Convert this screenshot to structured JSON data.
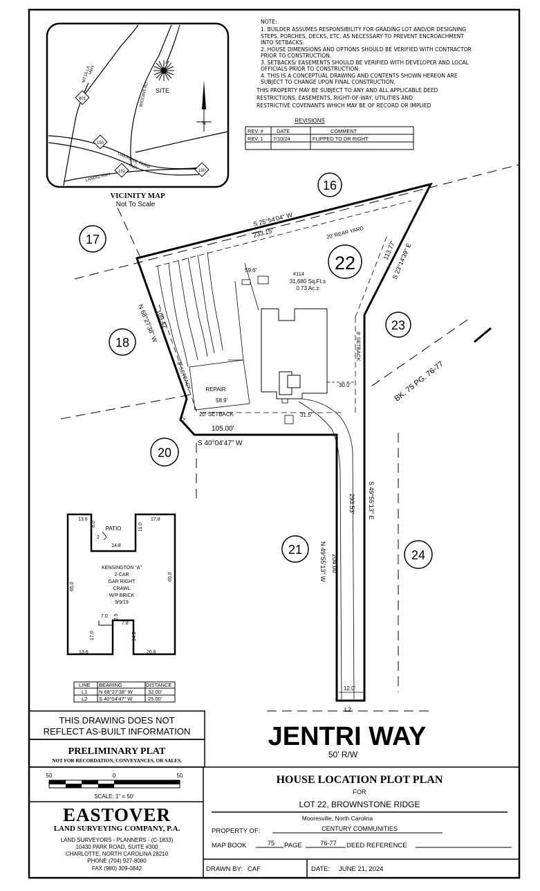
{
  "notes": [
    "NOTE:",
    "1. BUILDER ASSUMES RESPONSIBILITY FOR GRADING LOT AND/OR DESIGNING",
    "STEPS, PORCHES, DECKS, ETC. AS NECESSARY TO PREVENT ENCROACHMENT",
    "INTO SETBACKS.",
    "2. HOUSE DIMENSIONS AND OPTIONS SHOULD BE VERIFIED WITH CONTRACTOR",
    "PRIOR TO CONSTRUCTION.",
    "3. SETBACKS/ EASEMENTS SHOULD BE VERIFIED WITH DEVELOPER AND LOCAL",
    "OFFICIALS PRIOR TO CONSTRUCTION.",
    "4. THIS IS A CONCEPTUAL DRAWING AND CONTENTS SHOWN HEREON ARE",
    "SUBJECT TO CHANGE UPON FINAL CONSTRUCTION.",
    "THIS PROPERTY MAY BE SUBJECT TO ANY AND ALL APPLICABLE DEED",
    "RESTRICTIONS, EASEMENTS, RIGHT-OF-WAY, UTILITIES AND",
    "RESTRICTIVE COVENANTS WHICH MAY BE OF RECORD OR IMPLIED"
  ],
  "revisions": {
    "title": "REVISIONS",
    "headers": [
      "REV. #",
      "DATE",
      "COMMENT"
    ],
    "rows": [
      [
        "REV. 1",
        "7/10/24",
        "FLIPPED TO DR RIGHT"
      ]
    ]
  },
  "vicinity": {
    "title": "VICINITY MAP",
    "subtitle": "Not To Scale",
    "site": "SITE",
    "road_mt_ulla": "MT ULLA",
    "road_hwy": "HWY",
    "road_wiggins": "WIGGINS RD",
    "road_oakridge": "OAKRIDGE FARM",
    "road_landis": "LANDIS HWY",
    "shield_801": "801",
    "shield_150a": "150",
    "shield_152": "152",
    "shield_150b": "150",
    "north": "N"
  },
  "lots": {
    "l16": "16",
    "l17": "17",
    "l18": "18",
    "l20": "20",
    "l21": "21",
    "l22": "22",
    "l23": "23",
    "l24": "24"
  },
  "survey": {
    "bearing_top": "S 25°54'04\" W",
    "dist_top": "233.15'",
    "rear_yard": "20' REAR YARD",
    "bearing_right": "S 23°14'39\" E",
    "dist_right": "113.77'",
    "bearing_left": "N 68°27'38\" W",
    "dist_left": "109.42'",
    "setback_left": "8' SETBACK",
    "setback_right": "8' SETBACK",
    "setback_20": "20' SETBACK",
    "lot_num": "#114",
    "area_sqft": "31,680 Sq.Ft.±",
    "area_ac": "0.73 Ac.±",
    "dim_59_6": "59.6'",
    "dim_58_9": "58.9'",
    "dim_30_0": "30.0'",
    "dim_31_5": "31.5'",
    "dim_105": "105.00'",
    "bearing_bottom": "S 40°04'47\" W",
    "repair": "REPAIR",
    "l1": "L1",
    "l2": "L2",
    "dist_293": "293.53'",
    "bearing_stem_right": "S 49°55'13\" E",
    "dist_204": "204.00'",
    "bearing_stem_left": "N 49°55'13\" W",
    "dim_12": "12.0'",
    "bk_ref": "BK. 75 PG. 76-77"
  },
  "house": {
    "d13_6_top": "13.6",
    "d8_0": "8.0",
    "patio": "PATIO",
    "d17_8": "17.8",
    "d14_8": "14.8",
    "d11_0": "11.0",
    "d2": "2",
    "model": [
      "KENSINGTON \"A\"",
      "2-CAR",
      "GAR RIGHT",
      "CRAWL",
      "W/P BRICK",
      "9/9/19"
    ],
    "d65_left": "65.0",
    "d65_right": "65.0",
    "d7_0": "7.0",
    "d2_5": "2.5",
    "d7_8": "7.8",
    "d17_0": "17.0",
    "d14_5": "14.5",
    "d13_6_bot": "13.6",
    "d20_6": "20.6"
  },
  "line_table": {
    "headers": [
      "LINE",
      "BEARING",
      "DISTANCE"
    ],
    "rows": [
      [
        "L1",
        "N 68°27'38\" W",
        "32.00'"
      ],
      [
        "L2",
        "S 40°04'47\" W",
        "25.00'"
      ]
    ]
  },
  "street": {
    "name": "JENTRI WAY",
    "rw": "50' R/W"
  },
  "disclaimer": [
    "THIS DRAWING DOES NOT",
    "REFLECT AS-BUILT INFORMATION"
  ],
  "prelim": {
    "title": "PRELIMINARY PLAT",
    "sub": "NOT FOR RECORDATION, CONVEYANCES, OR SALES."
  },
  "scale": {
    "left": "50",
    "mid": "0",
    "right": "50",
    "text": "SCALE: 1\" = 50'"
  },
  "company": {
    "name": "EASTOVER",
    "sub": "LAND SURVEYING COMPANY, P.A.",
    "lines": [
      "LAND SURVEYORS - PLANNERS - (C-1833)",
      "10430 PARK ROAD, SUITE #300",
      "CHARLOTTE, NORTH CAROLINA 28210",
      "PHONE (704) 927-8080",
      "FAX (980) 309-0842"
    ]
  },
  "titleblock": {
    "title": "HOUSE LOCATION PLOT PLAN",
    "for": "FOR",
    "lot": "LOT 22, BROWNSTONE RIDGE",
    "city": "Mooresville, North Carolina",
    "property_label": "PROPERTY OF:",
    "owner": "CENTURY COMMUNITIES",
    "mapbook_label": "MAP BOOK",
    "mapbook": "75",
    "page_label": "PAGE",
    "page": "76-77",
    "deed_label": "DEED REFERENCE",
    "drawn_label": "DRAWN BY:",
    "drawn": "CAF",
    "date_label": "DATE:",
    "date": "JUNE 21, 2024"
  }
}
